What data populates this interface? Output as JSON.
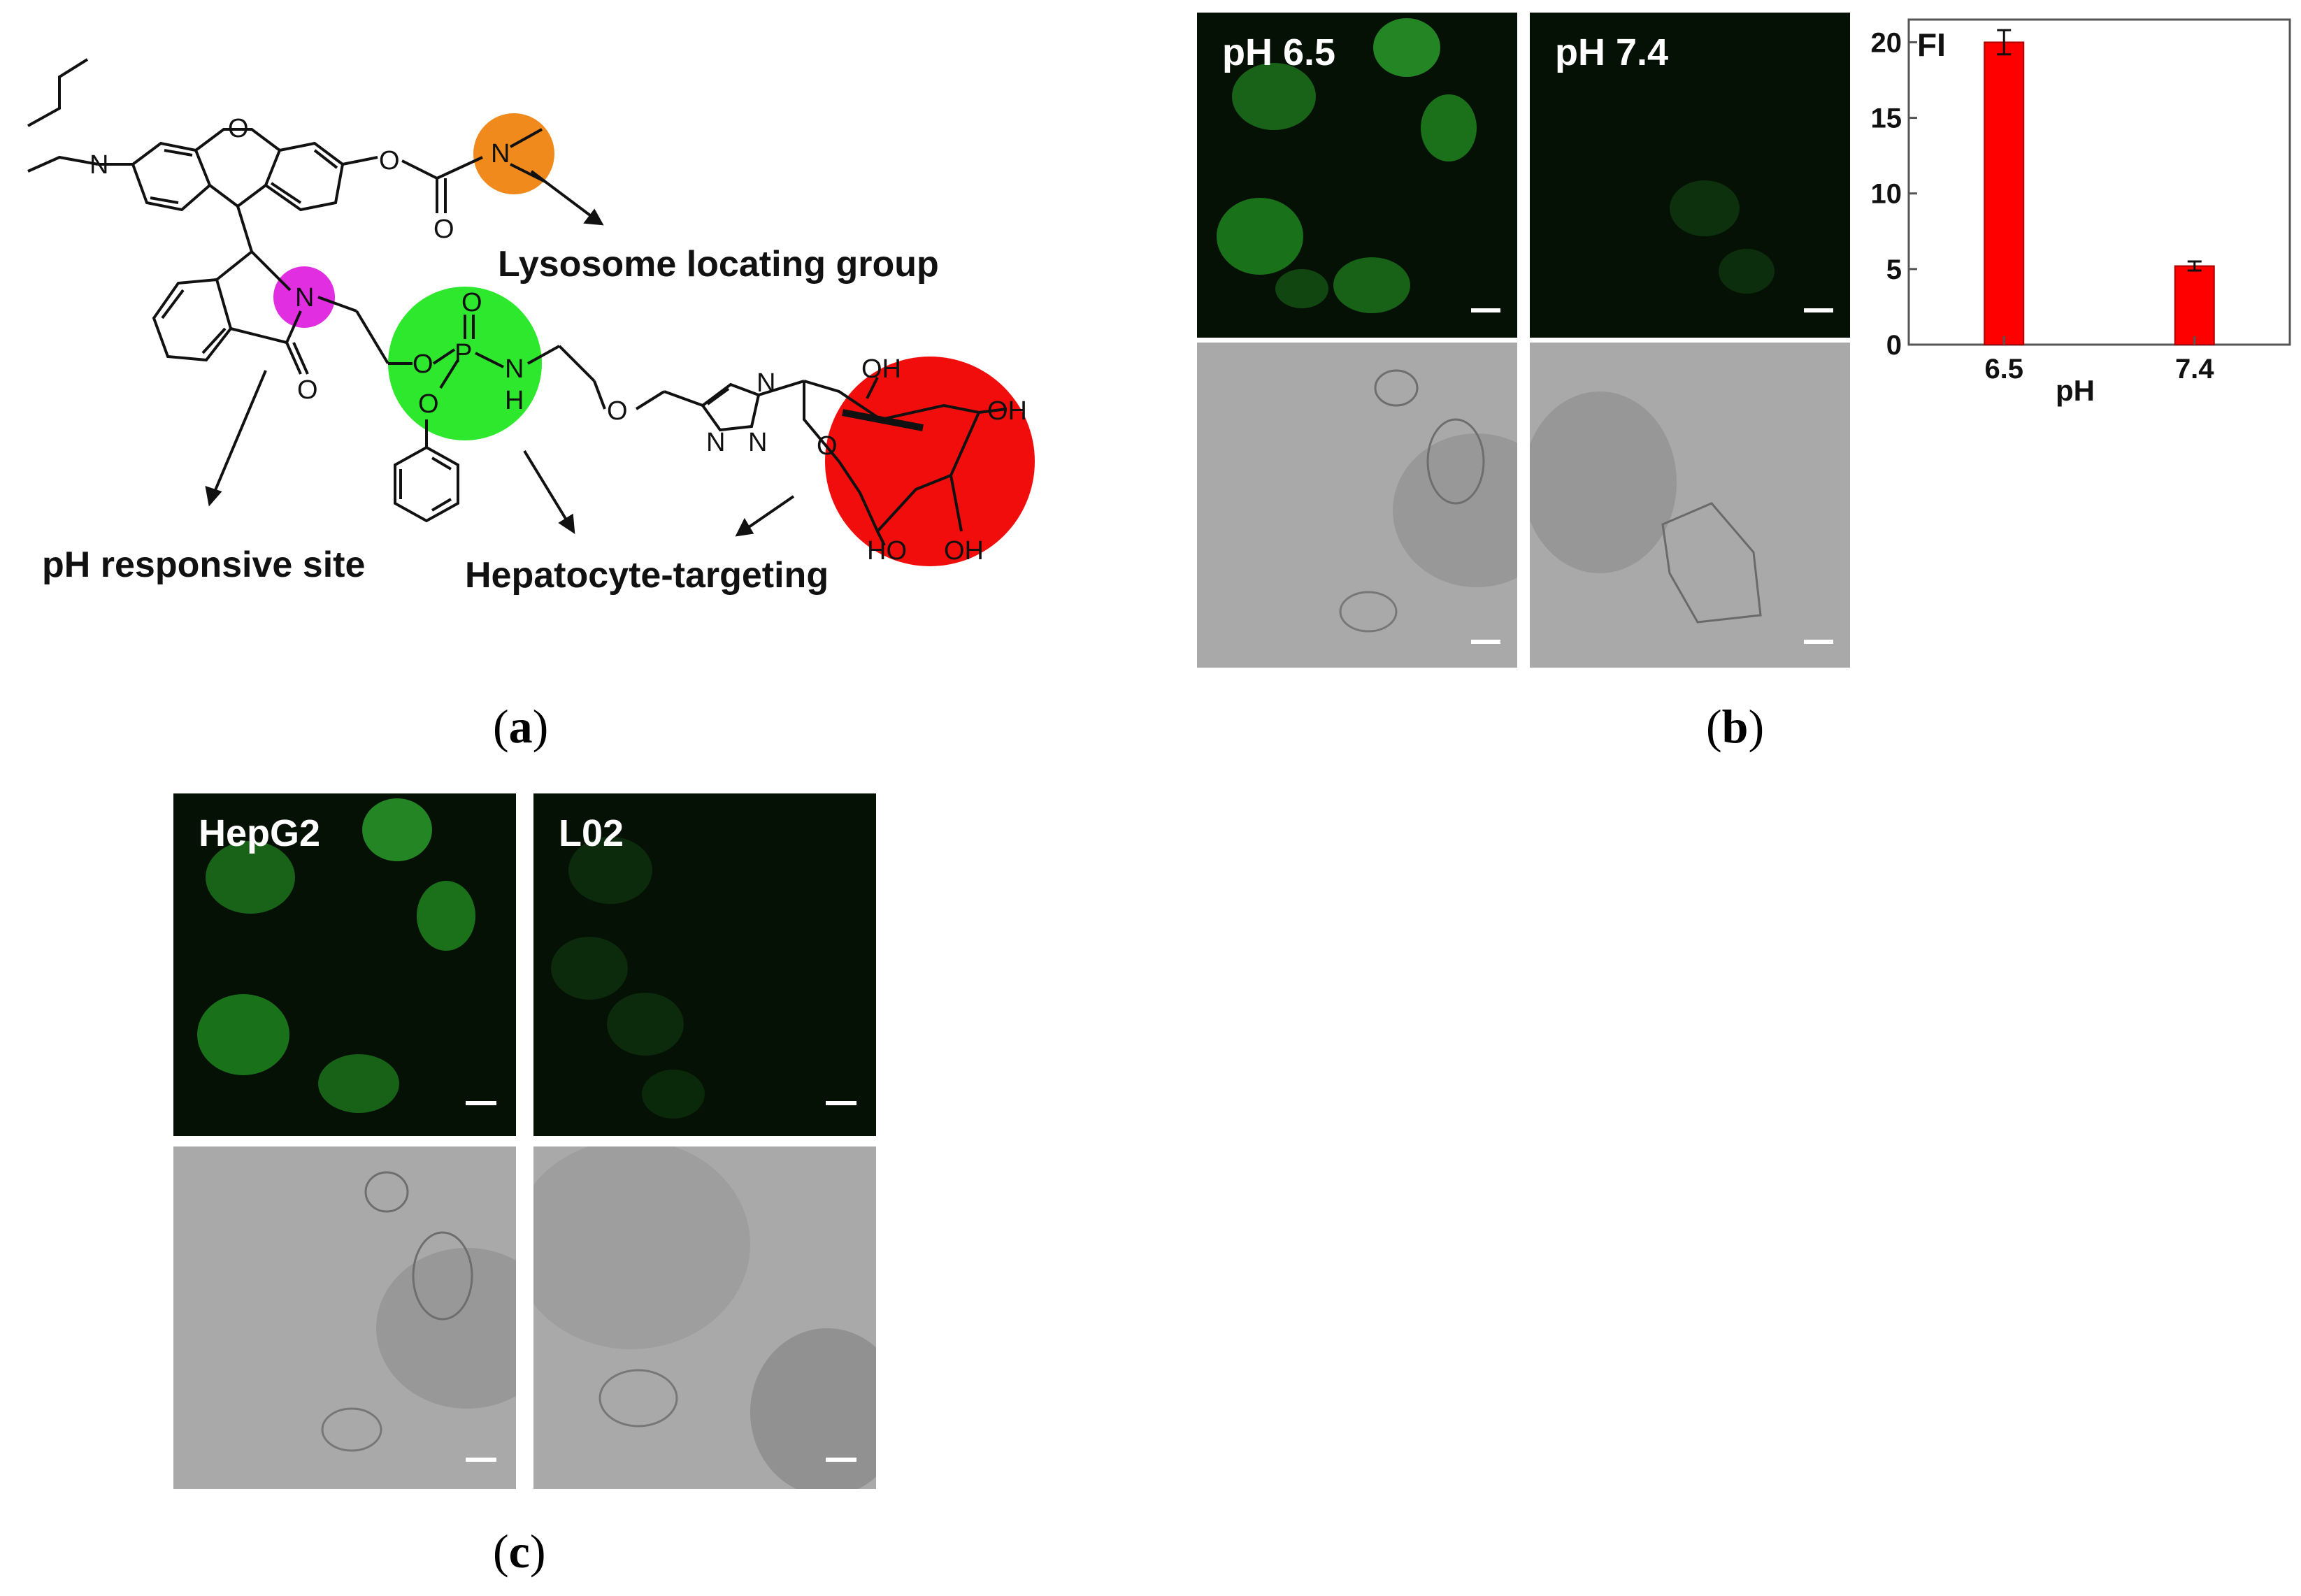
{
  "panel_a": {
    "letter": "a",
    "label_lysosome": "Lysosome locating group",
    "label_ph_site": "pH responsive site",
    "label_hepatocyte": "Hepatocyte-targeting",
    "atoms": {
      "n_amine": "N",
      "o_ring": "O",
      "o_ester": "O",
      "o_carbonyl": "O",
      "n_carbamate": "N",
      "n_lactam": "N",
      "o_lactam": "O",
      "o_p1": "O",
      "p": "P",
      "o_p2": "O",
      "o_p3": "O",
      "n_h_n": "N",
      "n_h_h": "H",
      "o_ether": "O",
      "triazole_n1": "N",
      "triazole_n2": "N",
      "triazole_n3": "N",
      "oh1": "OH",
      "oh2": "OH",
      "oh3": "OH",
      "ho": "HO",
      "o_sugar": "O"
    },
    "colors": {
      "orange": "#f08a1c",
      "magenta": "#e02ee0",
      "green": "#2ee82e",
      "red": "#f20d0d"
    }
  },
  "panel_b": {
    "letter": "b",
    "images": [
      {
        "label": "pH 6.5"
      },
      {
        "label": "pH 7.4"
      }
    ]
  },
  "panel_c": {
    "letter": "c",
    "images": [
      {
        "label": "HepG2"
      },
      {
        "label": "L02"
      }
    ]
  },
  "chart_data": {
    "type": "bar",
    "categories": [
      "6.5",
      "7.4"
    ],
    "values": [
      20.0,
      5.2
    ],
    "errors": [
      0.8,
      0.3
    ],
    "ylabel": "FI",
    "xlabel": "pH",
    "ylim": [
      0,
      21.5
    ],
    "yticks": [
      "0",
      "5",
      "10",
      "15",
      "20"
    ],
    "bar_color": "#ff0000",
    "grid": false
  }
}
